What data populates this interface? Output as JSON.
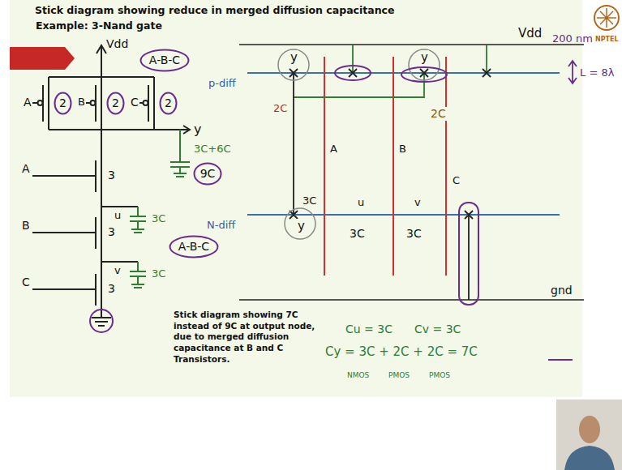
{
  "diagram": {
    "title": "Stick diagram showing reduce in merged diffusion capacitance",
    "nodes": [
      {
        "text": [
          "A-B-C"
        ]
      },
      {
        "text": [
          "2"
        ]
      },
      {
        "text": [
          "2"
        ]
      },
      {
        "text": [
          "2"
        ]
      },
      {
        "text": [
          "9C"
        ]
      },
      {
        "text": [
          "A-B-C"
        ]
      }
    ],
    "labels": [
      "Example: 3-Nand gate",
      "Vdd",
      "A",
      "B",
      "C",
      "y",
      "A",
      "u",
      "B",
      "v",
      "C",
      "3",
      "3",
      "3",
      "3C+6C",
      "3C",
      "3C",
      "Vdd",
      "200 nm",
      "L = 8λ",
      "p-diff",
      "2C",
      "y",
      "y",
      "2C",
      "A",
      "B",
      "C",
      "3C",
      "u",
      "v",
      "N-diff",
      "y",
      "3C",
      "3C",
      "gnd",
      "Stick diagram showing 7C instead of 9C at output node, due to merged diffusion capacitance at B and C Transistors.",
      "Cu = 3C",
      "Cv = 3C",
      "Cy = 3C + 2C + 2C = 7C",
      "NMOS",
      "PMOS",
      "PMOS",
      "NPTEL"
    ]
  }
}
